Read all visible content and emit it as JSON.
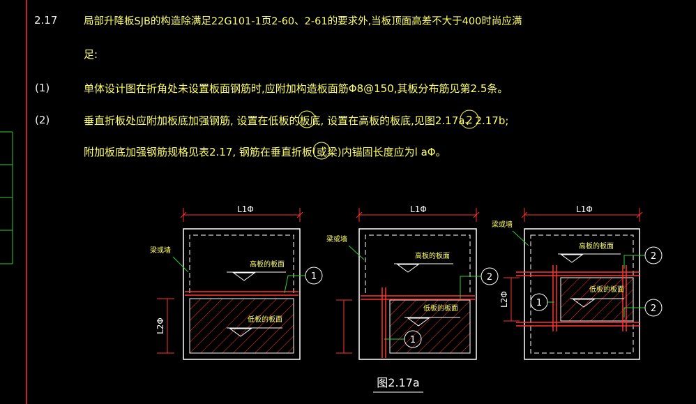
{
  "clause": {
    "number": "2.17",
    "line1": "局部升降板SJB的构造除满足22G101-1页2-60、2-61的要求外,当板顶面高差不大于400时尚应满",
    "line2": "足:"
  },
  "items": [
    {
      "marker": "(1)",
      "lines": [
        "单体设计图在折角处未设置板面钢筋时,应附加构造板面筋Φ8@150,其板分布筋见第2.5条。"
      ]
    },
    {
      "marker": "(2)",
      "lines": [
        "垂直折板处应附加板底加强钢筋, 设置在低板的板底, 设置在高板的板底,见图2.17a、2.17b;",
        "附加板底加强钢筋规格见表2.17, 钢筋在垂直折板(或梁)内锚固长度应为l aΦ。"
      ],
      "callout": "2"
    }
  ],
  "figures": {
    "caption": "图2.17a",
    "dim_l1": "L1Φ",
    "dim_l2": "L2Φ",
    "beam_wall": "梁或墙",
    "high_slab": "高板的板面",
    "low_slab": "低板的板面",
    "callout_1": "1",
    "callout_2": "2"
  },
  "colors": {
    "text": "#ffff66",
    "number": "#f2f2f2",
    "outline": "#ffffff",
    "dimension": "#ff3333",
    "hatch": "#ff3333",
    "leader": "#33cc33",
    "background": "#000000"
  }
}
